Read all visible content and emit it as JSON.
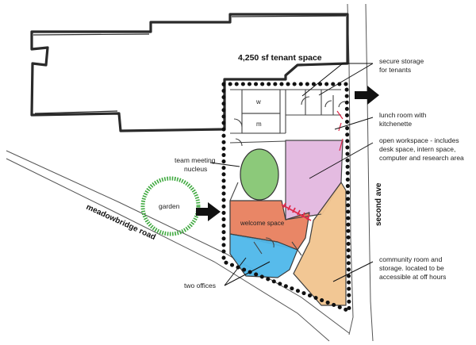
{
  "title": "4,250 sf tenant space",
  "streets": {
    "meadowbridge": "meadowbridge road",
    "second_ave": "second ave"
  },
  "rooms": {
    "w": "w",
    "m": "m",
    "welcome": "welcome space",
    "garden": "garden"
  },
  "callouts": {
    "secure_storage": [
      "secure storage",
      "for tenants"
    ],
    "lunch_room": [
      "lunch room with",
      "kitchenette"
    ],
    "open_workspace": [
      "open workspace - includes",
      "desk space, intern space,",
      "computer and research area"
    ],
    "team_meeting": [
      "team meeting",
      "nucleus"
    ],
    "community_room": [
      "community room and",
      "storage. located to be",
      "accessible at off hours"
    ],
    "two_offices": "two offices"
  },
  "colors": {
    "meeting_green": "#8cc97a",
    "workspace_pink": "#e2b4de",
    "welcome_orange": "#e8805e",
    "offices_blue": "#4fb8ea",
    "community_tan": "#f2c58f",
    "garden_green": "#3fa93f",
    "accent_red": "#e0284a"
  },
  "icons": [
    "entry-arrow-icon"
  ]
}
